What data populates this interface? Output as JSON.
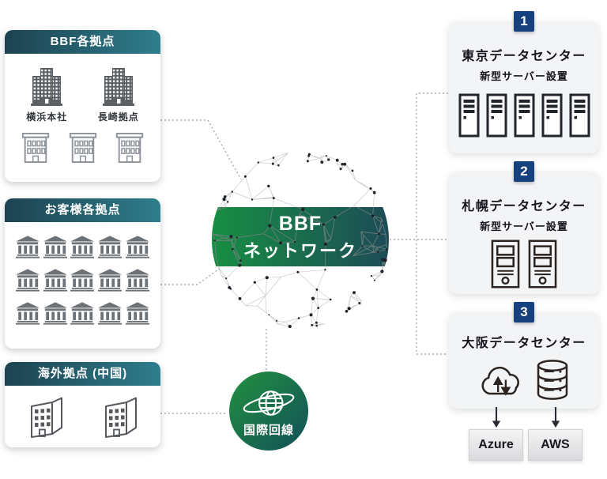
{
  "left_panels": {
    "bbf": {
      "header": "BBF各拠点",
      "sites": [
        {
          "label": "横浜本社"
        },
        {
          "label": "長崎拠点"
        }
      ]
    },
    "customers": {
      "header": "お客様各拠点"
    },
    "overseas": {
      "header": "海外拠点 (中国)"
    }
  },
  "network": {
    "line1": "BBF",
    "line2": "ネットワーク"
  },
  "international_line": {
    "label": "国際回線"
  },
  "datacenters": [
    {
      "number": "1",
      "title": "東京データセンター",
      "subtitle": "新型サーバー設置"
    },
    {
      "number": "2",
      "title": "札幌データセンター",
      "subtitle": "新型サーバー設置"
    },
    {
      "number": "3",
      "title": "大阪データセンター"
    }
  ],
  "clouds": [
    {
      "label": "Azure"
    },
    {
      "label": "AWS"
    }
  ],
  "colors": {
    "header_gradient_start": "#1d4250",
    "header_gradient_end": "#2f7e8c",
    "band_green": "#179043",
    "band_teal": "#1d4a57",
    "badge_navy": "#16407e",
    "connector_gray": "#a7abb0"
  }
}
